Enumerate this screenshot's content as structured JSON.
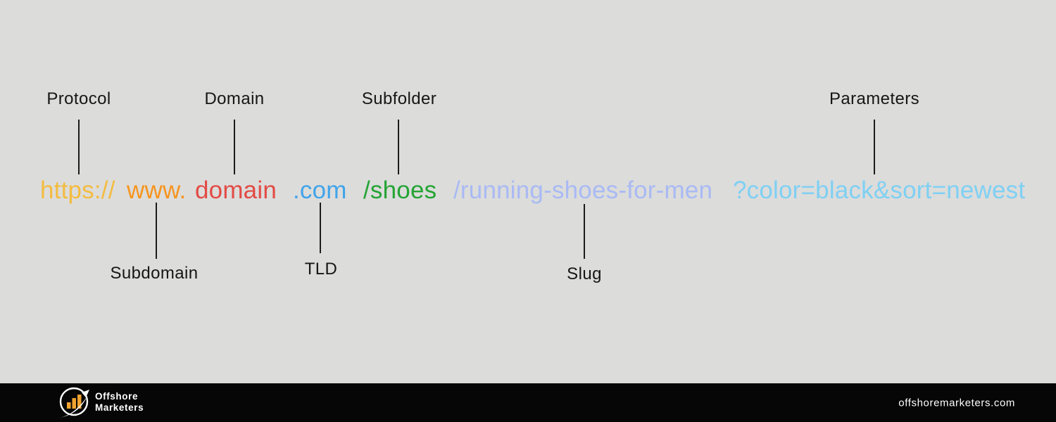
{
  "canvas": {
    "background": "#dcdcdb"
  },
  "diagram": {
    "segments": [
      {
        "id": "protocol",
        "text": "https://",
        "color": "#f4bc3f",
        "label": "Protocol",
        "label_position": "top"
      },
      {
        "id": "subdomain",
        "text": "www.",
        "color": "#f7941e",
        "label": "Subdomain",
        "label_position": "bottom"
      },
      {
        "id": "domain",
        "text": "domain",
        "color": "#e24b44",
        "label": "Domain",
        "label_position": "top"
      },
      {
        "id": "tld",
        "text": ".com",
        "color": "#41a4e9",
        "label": "TLD",
        "label_position": "bottom"
      },
      {
        "id": "subfolder",
        "text": "/shoes",
        "color": "#24a434",
        "label": "Subfolder",
        "label_position": "top"
      },
      {
        "id": "slug",
        "text": "/running-shoes-for-men",
        "color": "#a9baf4",
        "label": "Slug",
        "label_position": "bottom"
      },
      {
        "id": "parameters",
        "text": "?color=black&sort=newest",
        "color": "#7fd0f3",
        "label": "Parameters",
        "label_position": "top"
      }
    ],
    "line_color": "#1c1c1c",
    "label_color": "#161616"
  },
  "footer": {
    "background": "#060606",
    "brand_line1": "Offshore",
    "brand_line2": "Marketers",
    "website": "offshoremarketers.com",
    "logo_bar_color": "#f0a22f",
    "logo_stroke_color": "#ffffff"
  }
}
